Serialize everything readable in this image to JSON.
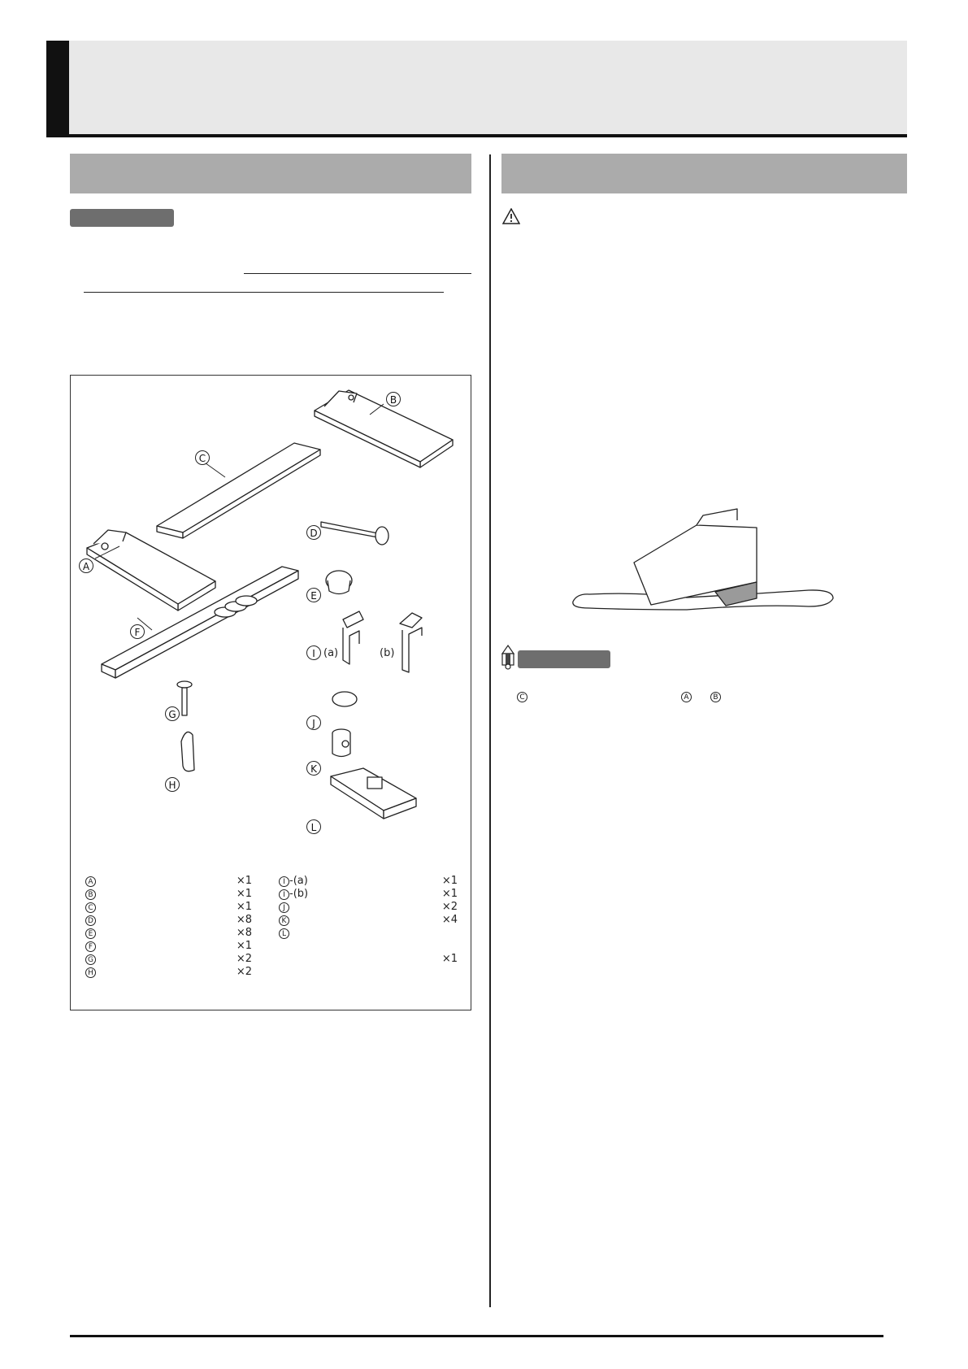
{
  "parts_table": {
    "left_col": [
      {
        "letter": "A",
        "qty": "×1"
      },
      {
        "letter": "B",
        "qty": "×1"
      },
      {
        "letter": "C",
        "qty": "×1"
      },
      {
        "letter": "D",
        "qty": "×8"
      },
      {
        "letter": "E",
        "qty": "×8"
      },
      {
        "letter": "F",
        "qty": "×1"
      },
      {
        "letter": "G",
        "qty": "×2"
      },
      {
        "letter": "H",
        "qty": "×2"
      }
    ],
    "right_col": [
      {
        "letter": "I",
        "suffix": "-(a)",
        "qty": "×1"
      },
      {
        "letter": "I",
        "suffix": "-(b)",
        "qty": "×1"
      },
      {
        "letter": "J",
        "suffix": "",
        "qty": "×2"
      },
      {
        "letter": "K",
        "suffix": "",
        "qty": "×4"
      },
      {
        "letter": "L",
        "suffix": "",
        "qty": ""
      },
      {
        "letter": "",
        "suffix": "",
        "qty": ""
      },
      {
        "letter": "",
        "suffix": "",
        "qty": "×1"
      }
    ]
  },
  "diagram_labels": {
    "a": "A",
    "b": "B",
    "c": "C",
    "d": "D",
    "e": "E",
    "f": "F",
    "g": "G",
    "h": "H",
    "i": "I",
    "i_a": "(a)",
    "i_b": "(b)",
    "j": "J",
    "k": "K",
    "l": "L"
  },
  "note_refs": {
    "c": "C",
    "a": "A",
    "b": "B"
  },
  "colors": {
    "header_gray": "#ababab",
    "badge_gray": "#6e6e6e",
    "title_band": "#e8e8e8"
  },
  "icons": [
    "warning-triangle-icon",
    "pencil-note-icon"
  ]
}
